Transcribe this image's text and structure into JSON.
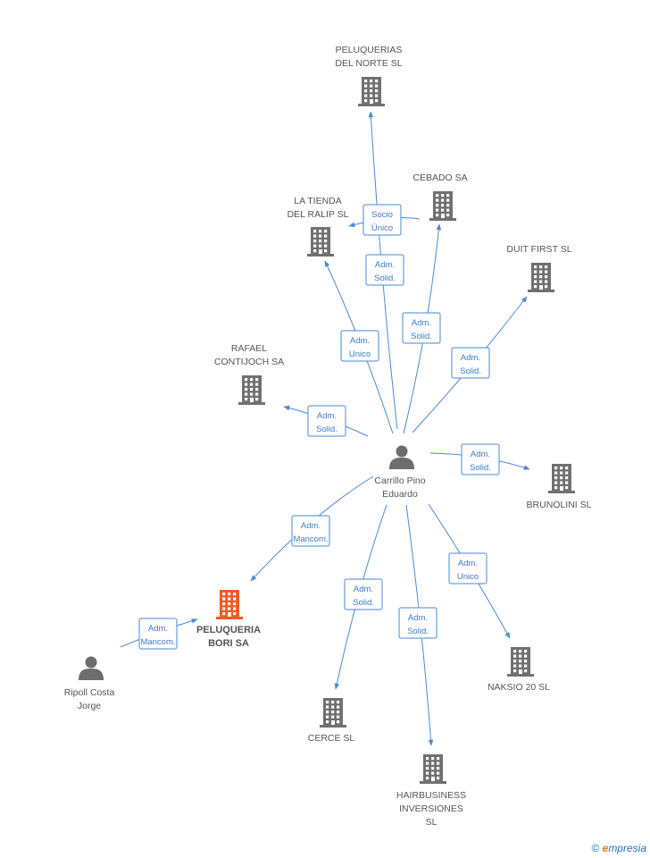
{
  "colors": {
    "edge": "#4a8ad6",
    "building": "#707070",
    "focus_building": "#f05a28",
    "person": "#6d6d6d",
    "label": "#555555"
  },
  "nodes": [
    {
      "id": "carrillo",
      "type": "person",
      "lines": [
        "Carrillo Pino",
        "Eduardo"
      ]
    },
    {
      "id": "ripoll",
      "type": "person",
      "lines": [
        "Ripoll Costa",
        "Jorge"
      ]
    },
    {
      "id": "peluqueria_bori",
      "type": "company",
      "focus": true,
      "lines": [
        "PELUQUERIA",
        "BORI SA"
      ]
    },
    {
      "id": "peluquerias_norte",
      "type": "company",
      "lines": [
        "PELUQUERIAS",
        "DEL NORTE SL"
      ]
    },
    {
      "id": "cebado",
      "type": "company",
      "lines": [
        "CEBADO SA"
      ]
    },
    {
      "id": "tienda_ralip",
      "type": "company",
      "lines": [
        "LA TIENDA",
        "DEL RALIP SL"
      ]
    },
    {
      "id": "duit_first",
      "type": "company",
      "lines": [
        "DUIT FIRST SL"
      ]
    },
    {
      "id": "rafael",
      "type": "company",
      "lines": [
        "RAFAEL",
        "CONTIJOCH SA"
      ]
    },
    {
      "id": "brunolini",
      "type": "company",
      "lines": [
        "BRUNOLINI SL"
      ]
    },
    {
      "id": "naksio",
      "type": "company",
      "lines": [
        "NAKSIO 20 SL"
      ]
    },
    {
      "id": "cerce",
      "type": "company",
      "lines": [
        "CERCE SL"
      ]
    },
    {
      "id": "hairbusiness",
      "type": "company",
      "lines": [
        "HAIRBUSINESS",
        "INVERSIONES",
        "SL"
      ]
    }
  ],
  "edges": [
    {
      "id": "e_norte",
      "from": "carrillo",
      "to": "peluquerias_norte",
      "label": [
        "Adm.",
        "Solid."
      ]
    },
    {
      "id": "e_cebado_ralip",
      "from": "cebado",
      "to": "tienda_ralip",
      "label": [
        "Socio",
        "Único"
      ]
    },
    {
      "id": "e_ralip",
      "from": "carrillo",
      "to": "tienda_ralip",
      "label": [
        "Adm.",
        "Unico"
      ]
    },
    {
      "id": "e_cebado",
      "from": "carrillo",
      "to": "cebado",
      "label": [
        "Adm.",
        "Solid."
      ]
    },
    {
      "id": "e_duit",
      "from": "carrillo",
      "to": "duit_first",
      "label": [
        "Adm.",
        "Solid."
      ]
    },
    {
      "id": "e_rafael",
      "from": "carrillo",
      "to": "rafael",
      "label": [
        "Adm.",
        "Solid."
      ]
    },
    {
      "id": "e_brunolini",
      "from": "carrillo",
      "to": "brunolini",
      "label": [
        "Adm.",
        "Solid."
      ]
    },
    {
      "id": "e_bori",
      "from": "carrillo",
      "to": "peluqueria_bori",
      "label": [
        "Adm.",
        "Mancom."
      ]
    },
    {
      "id": "e_ripoll_bori",
      "from": "ripoll",
      "to": "peluqueria_bori",
      "label": [
        "Adm.",
        "Mancom."
      ]
    },
    {
      "id": "e_naksio",
      "from": "carrillo",
      "to": "naksio",
      "label": [
        "Adm.",
        "Unico"
      ]
    },
    {
      "id": "e_cerce",
      "from": "carrillo",
      "to": "cerce",
      "label": [
        "Adm.",
        "Solid."
      ]
    },
    {
      "id": "e_hair",
      "from": "carrillo",
      "to": "hairbusiness",
      "label": [
        "Adm.",
        "Solid."
      ]
    }
  ],
  "watermark": {
    "copyright": "©",
    "brand_initial": "e",
    "brand_rest": "mpresia"
  }
}
